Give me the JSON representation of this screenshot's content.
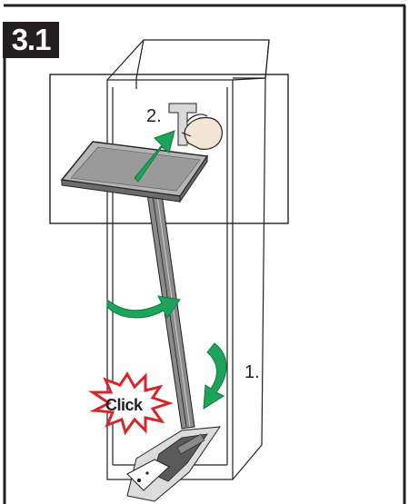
{
  "step": {
    "number": "3.1"
  },
  "labels": {
    "step1": "1.",
    "step2": "2.",
    "click": "Click"
  },
  "colors": {
    "frame": "#231f20",
    "arrow": "#1ea45a",
    "arrow_dark": "#0f7a3c",
    "burst": "#d62728",
    "tray": "#9a9a9a",
    "rail": "#7d7d7d"
  },
  "icons": [
    "hand-icon",
    "curved-arrow-icon",
    "straight-arrow-icon",
    "click-burst-icon"
  ]
}
